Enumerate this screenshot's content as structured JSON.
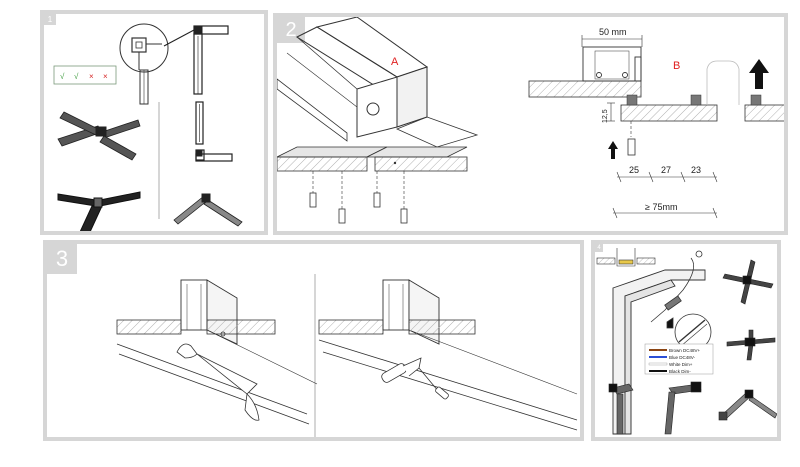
{
  "panels": {
    "p1": {
      "number": "1",
      "checks": [
        {
          "mark": "√",
          "color": "#3a9a3a"
        },
        {
          "mark": "√",
          "color": "#3a9a3a"
        },
        {
          "mark": "×",
          "color": "#d62828"
        },
        {
          "mark": "×",
          "color": "#d62828"
        }
      ]
    },
    "p2": {
      "number": "2",
      "label_a": "A",
      "label_b": "B",
      "dim_width": "50 mm",
      "dim_height": "12,5",
      "dim_25": "25",
      "dim_27": "27",
      "dim_23": "23",
      "dim_min": "≥ 75mm"
    },
    "p3": {
      "number": "3"
    },
    "p4": {
      "number": "4",
      "legend": [
        {
          "text": "Brown DC48V+",
          "color": "#8b4513"
        },
        {
          "text": "Blue   DC48V-",
          "color": "#2b4fd6"
        },
        {
          "text": "White Dim+",
          "color": "#ffffff"
        },
        {
          "text": "Black Dim-",
          "color": "#111111"
        }
      ]
    }
  },
  "colors": {
    "border": "#d6d6d6",
    "line": "#333333",
    "accent_red": "#e02020"
  }
}
